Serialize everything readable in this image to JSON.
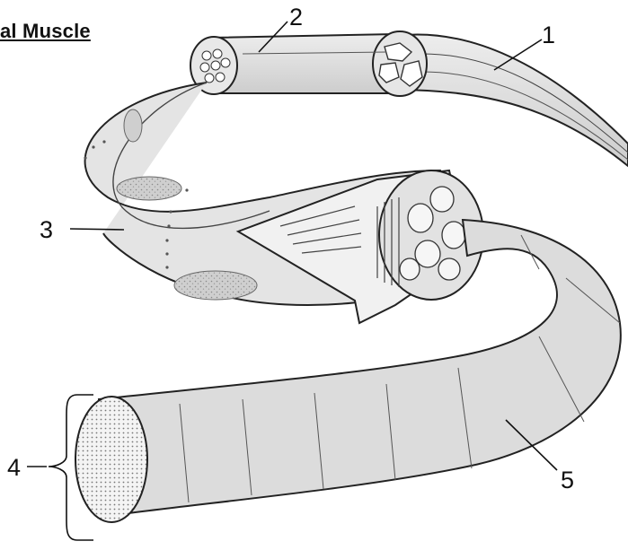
{
  "title": "al Muscle",
  "labels": {
    "l1": "1",
    "l2": "2",
    "l3": "3",
    "l4": "4",
    "l5": "5"
  },
  "colors": {
    "fill": "#d9d9d9",
    "fill_light": "#ececec",
    "stroke": "#222222",
    "dots": "#bdbdbd"
  }
}
